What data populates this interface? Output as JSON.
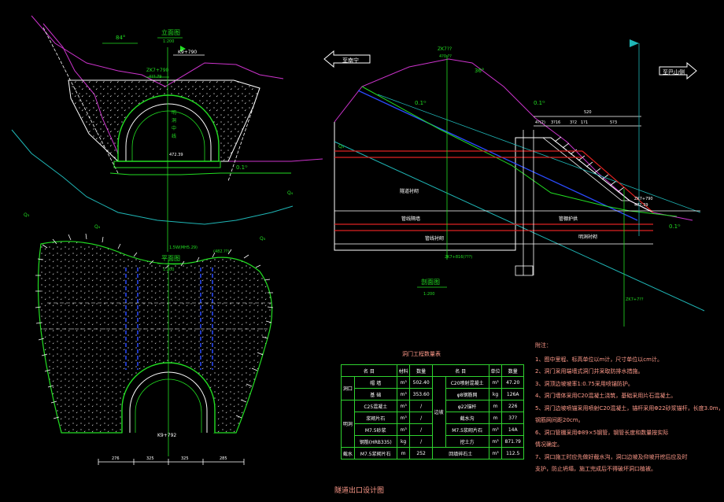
{
  "titles": {
    "elevation": "立面图",
    "elevation_scale": "1:200",
    "plan": "平面图",
    "plan_scale": "1:200",
    "section": "剖面图",
    "section_scale": "1:200",
    "main": "隧道出口设计图",
    "table": "洞门工程数量表"
  },
  "elevation": {
    "station": "K9+790",
    "angle": "84°",
    "left_station": "ZK7+790",
    "elev": "4??.79",
    "labels": [
      "明",
      "洞",
      "中",
      "线"
    ],
    "design": "472.39",
    "ground_elev": "(482.??)",
    "slope": "0.1ᴳ",
    "rock1": "Q₄",
    "rock2": "Q₃",
    "rock3": "Q₄",
    "rock4": "Q₃",
    "bottom": "1.5W(MH5.29)"
  },
  "plan": {
    "station": "K9+792",
    "dims": [
      "276",
      "325",
      "325",
      "285"
    ],
    "bottom_label": "K9+792"
  },
  "section": {
    "left_dir": "至南宁",
    "right_dir": "至巴山侧",
    "station_top": "ZK7??",
    "elev_top": "4?0.??",
    "angle": "36°",
    "slope_label": "0.1ᴳ",
    "slope_right": "0.1ᴳ",
    "dim_total": "520",
    "dims": [
      "4?(2)",
      "3?16",
      "3?2",
      "1?1",
      "5?3"
    ],
    "right_station": "ZK7+790",
    "right_elev": "472.39",
    "mid_labels": [
      "管线隔墙",
      "管棚护拱",
      "管线衬砌",
      "明洞衬砌"
    ],
    "left_labels": [
      "Q₄",
      "隧道衬砌"
    ],
    "bottom_station": "2K7+816(???)",
    "vertical_station": "ZK7+7??"
  },
  "table": {
    "headers": [
      "名 目",
      "材料",
      "数量",
      "名 目",
      "单位",
      "数量"
    ],
    "rows": [
      [
        "洞口",
        "帽 墙",
        "m³",
        "502.40",
        "C20喷射混凝土",
        "m³",
        "47.20"
      ],
      [
        "",
        "基 础",
        "m³",
        "353.60",
        "φ8钢筋网",
        "kg",
        "126A"
      ],
      [
        "",
        "C25混凝土",
        "m³",
        "/",
        "φ22锚杆",
        "m",
        "226"
      ],
      [
        "明洞",
        "浆砌片石",
        "m³",
        "/",
        "截水沟",
        "m",
        "37?"
      ],
      [
        "",
        "M7.5砂浆",
        "m³",
        "/",
        "M7.5浆砌片石",
        "m³",
        "14A"
      ],
      [
        "",
        "钢筋(HRB335)",
        "kg",
        "/",
        "挖土方",
        "m³",
        "871.?9"
      ],
      [
        "截水",
        "M7.5浆砌片石",
        "m",
        "252",
        "回填碎石土",
        "m³",
        "112.5"
      ]
    ],
    "side_labels": [
      "洞口",
      "明洞",
      "截水",
      "边坡"
    ]
  },
  "notes": {
    "title": "附注：",
    "lines": [
      "1、图中里程、标高单位以m计，尺寸单位以cm计。",
      "2、洞门采用端墙式洞门并采取防排水措施。",
      "3、洞顶边坡坡率1:0.75采用喷锚防护。",
      "4、洞门墙体采用C20混凝土浇筑，基础采用片石混凝土。",
      "5、洞门边坡喷锚采用喷射C20混凝土，锚杆采用Φ22砂浆锚杆，长度3.0m，",
      "   钢筋网间距20cm。",
      "6、洞口管棚采用Φ89×5钢管，钢管长度和数量按实际",
      "   情况确定。",
      "7、洞口施工时应先做好截水沟，洞口边坡及仰坡开挖后应及时",
      "   支护，防止坍塌，施工完成后不得破坏洞口植被。"
    ]
  },
  "colors": {
    "green": "#22dd22",
    "white": "#ffffff",
    "magenta": "#cc33cc",
    "cyan": "#1fb6b6",
    "blue": "#2a4bff",
    "red": "#dd2222",
    "note_pink": "#ff9a8a"
  }
}
